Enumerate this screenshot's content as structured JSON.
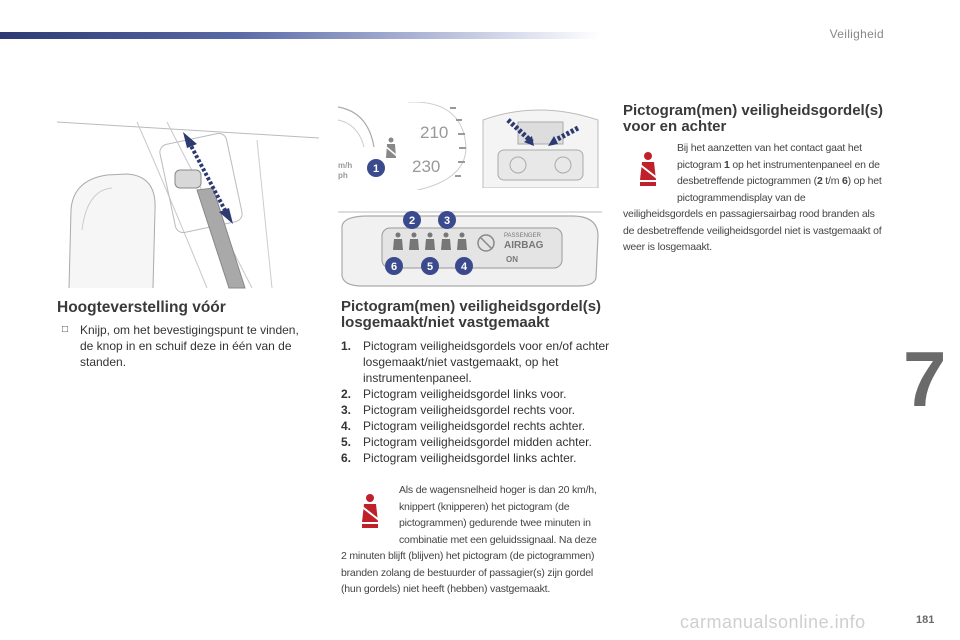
{
  "header": {
    "section_title": "Veiligheid"
  },
  "footer": {
    "chapter": "7",
    "page": "181",
    "watermark": "carmanualsonline.info"
  },
  "figures": {
    "dashboard": {
      "speed_210": "210",
      "speed_230": "230",
      "unit_kmh": "m/h",
      "unit_mph": "ph",
      "callout_1": "1"
    },
    "display": {
      "callouts": [
        "2",
        "3",
        "6",
        "5",
        "4"
      ],
      "passenger_label": "PASSENGER",
      "airbag_label": "AIRBAG",
      "on_label": "ON"
    }
  },
  "left": {
    "title": "Hoogteverstelling vóór",
    "bullet_mark": "",
    "bullet_text": "Knijp, om het bevestigingspunt te vinden, de knop in en schuif deze in één van de standen."
  },
  "middle": {
    "title": "Pictogram(men) veiligheidsgordel(s) losgemaakt/niet vastgemaakt",
    "items": [
      {
        "n": "1.",
        "text": "Pictogram veiligheidsgordels voor en/of achter losgemaakt/niet vastgemaakt, op het instrumentenpaneel."
      },
      {
        "n": "2.",
        "text": "Pictogram veiligheidsgordel links voor."
      },
      {
        "n": "3.",
        "text": "Pictogram veiligheidsgordel rechts voor."
      },
      {
        "n": "4.",
        "text": "Pictogram veiligheidsgordel rechts achter."
      },
      {
        "n": "5.",
        "text": "Pictogram veiligheidsgordel midden achter."
      },
      {
        "n": "6.",
        "text": "Pictogram veiligheidsgordel links achter."
      }
    ],
    "note": "Als de wagensnelheid hoger is dan 20 km/h, knippert (knipperen) het pictogram (de pictogrammen) gedurende twee minuten in combinatie met een geluidssignaal. Na deze 2 minuten blijft (blijven) het pictogram (de pictogrammen) branden zolang de bestuurder of passagier(s) zijn gordel (hun gordels) niet heeft (hebben) vastgemaakt."
  },
  "right": {
    "title": "Pictogram(men) veiligheidsgordel(s) voor en achter",
    "note_a": "Bij het aanzetten van het contact gaat het pictogram ",
    "note_b": "1",
    "note_c": " op het instrumentenpaneel en de desbetreffende pictogrammen (",
    "note_d": "2",
    "note_e": " t/m ",
    "note_f": "6",
    "note_g": ") op het pictogrammendisplay van de veiligheidsgordels en passagiersairbag rood branden als de desbetreffende veiligheidsgordel niet is vastgemaakt of weer is losgemaakt."
  },
  "colors": {
    "accent": "#2d3a72",
    "callout": "#3a4a8c",
    "warning": "#c0202a"
  }
}
